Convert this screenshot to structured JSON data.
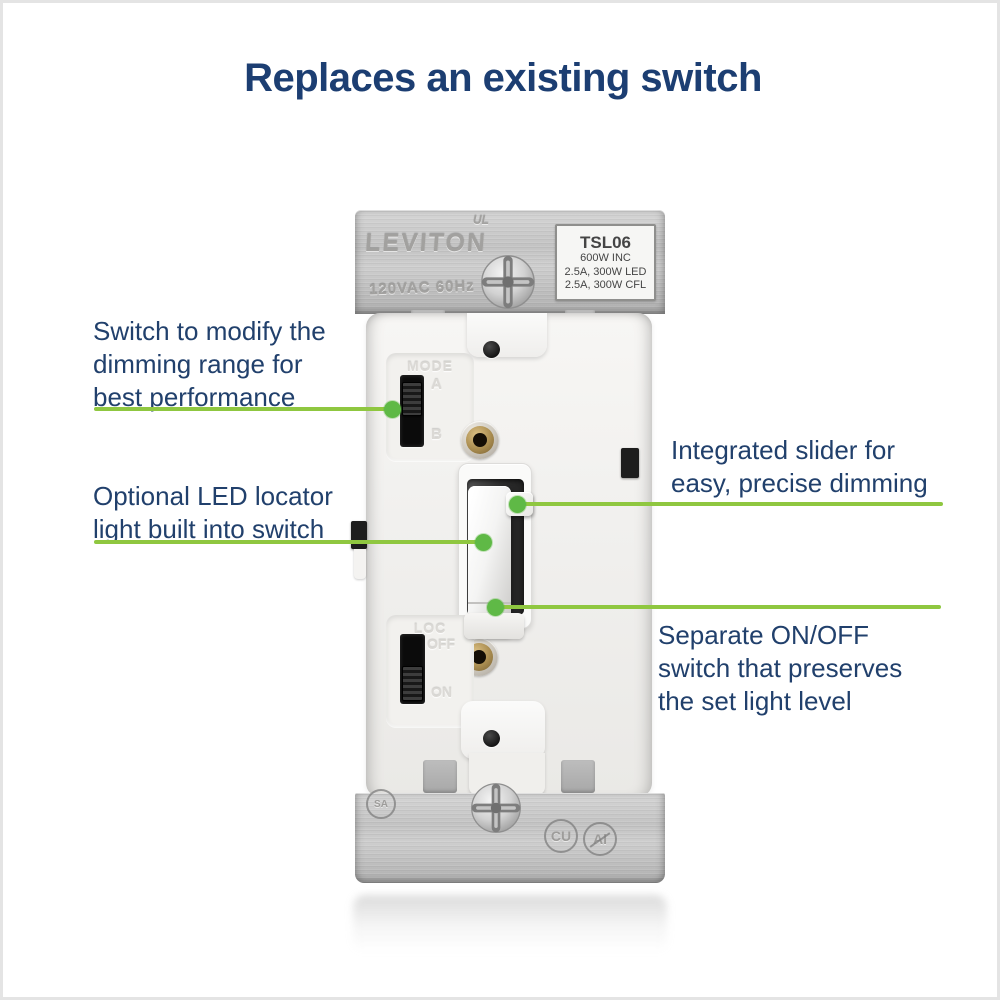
{
  "title": "Replaces an existing switch",
  "callouts": {
    "mode": {
      "lines": [
        "Switch to modify the",
        "dimming range for",
        "best performance"
      ]
    },
    "led": {
      "lines": [
        "Optional LED locator",
        "light built into switch"
      ]
    },
    "slider": {
      "lines": [
        "Integrated slider for",
        "easy, precise dimming"
      ]
    },
    "onoff": {
      "lines": [
        "Separate ON/OFF",
        "switch that preserves",
        "the set light level"
      ]
    }
  },
  "device": {
    "brand": "LEVITON",
    "rating": "120VAC 60Hz",
    "ul_mark": "UL",
    "spec_label": {
      "model": "TSL06",
      "lines": [
        "600W INC",
        "2.5A, 300W LED",
        "2.5A, 300W CFL"
      ]
    },
    "mode_switch": {
      "label": "MODE",
      "position_a": "A",
      "position_b": "B"
    },
    "locator_switch": {
      "label": "LOC",
      "off": "OFF",
      "on": "ON"
    },
    "certifications": {
      "csa": "SA",
      "cu": "CU",
      "al": "Al"
    }
  },
  "colors": {
    "title_navy": "#1c3e72",
    "callout_navy": "#21406c",
    "accent_green_line": "#8fc740",
    "accent_green_dot": "#5fb946"
  }
}
